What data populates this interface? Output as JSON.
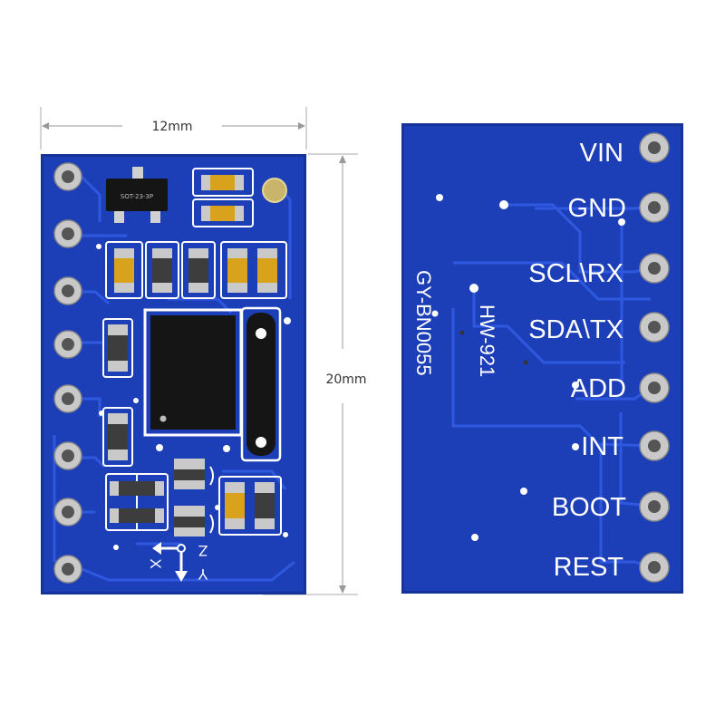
{
  "dimensions": {
    "width": "12mm",
    "height": "20mm"
  },
  "front": {
    "chip_label": "SOT-23-3P",
    "axes": {
      "x": "X",
      "y": "Y",
      "z": "Z"
    }
  },
  "back": {
    "pins": [
      "VIN",
      "GND",
      "SCL\\RX",
      "SDA\\TX",
      "ADD",
      "INT",
      "BOOT",
      "REST"
    ],
    "silkscreen": {
      "model": "HW-921",
      "part": "GY-BN0055"
    }
  },
  "colors": {
    "board": "#1c3fb8",
    "board_dark": "#16339a",
    "trace": "#2f58e0",
    "pad_silver": "#c9c9c9",
    "pad_gold": "#d9a21c",
    "silk": "#ffffff",
    "chip": "#151515",
    "dim_line": "#999999"
  }
}
